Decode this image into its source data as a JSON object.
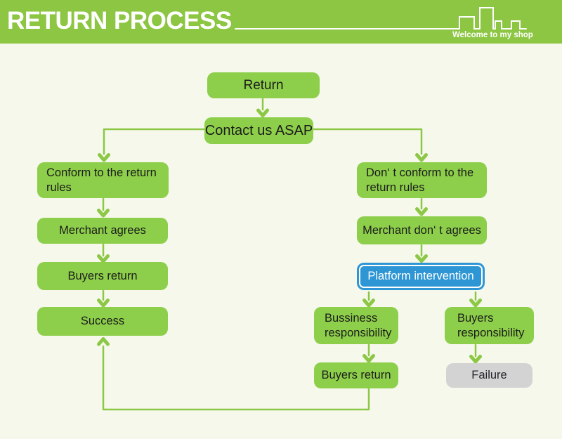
{
  "header": {
    "title": "RETURN PROCESS",
    "tagline": "Welcome to my shop",
    "skyline_icon": "city-skyline-icon"
  },
  "nodes": {
    "return": "Return",
    "contact": "Contact us ASAP",
    "conform_rules": "Conform to the return\nrules",
    "merchant_agrees": "Merchant agrees",
    "buyers_return_left": "Buyers return",
    "success": "Success",
    "dont_conform_rules": "Don‘ t conform to the\nreturn rules",
    "merchant_dont_agree": "Merchant don‘ t agrees",
    "platform_intervention": "Platform intervention",
    "business_responsibility": "Bussiness\nresponsibility",
    "buyers_responsibility": "Buyers\nresponsibility",
    "buyers_return_right": "Buyers return",
    "failure": "Failure"
  },
  "colors": {
    "header_green": "#8CC642",
    "box_green": "#8DCF4A",
    "line_green": "#8CC846",
    "platform_blue": "#2E96D4",
    "failure_gray": "#D3D3D3",
    "background": "#F7F8EC",
    "text_dark": "#1C1C1C",
    "text_light": "#FFFFFF"
  }
}
